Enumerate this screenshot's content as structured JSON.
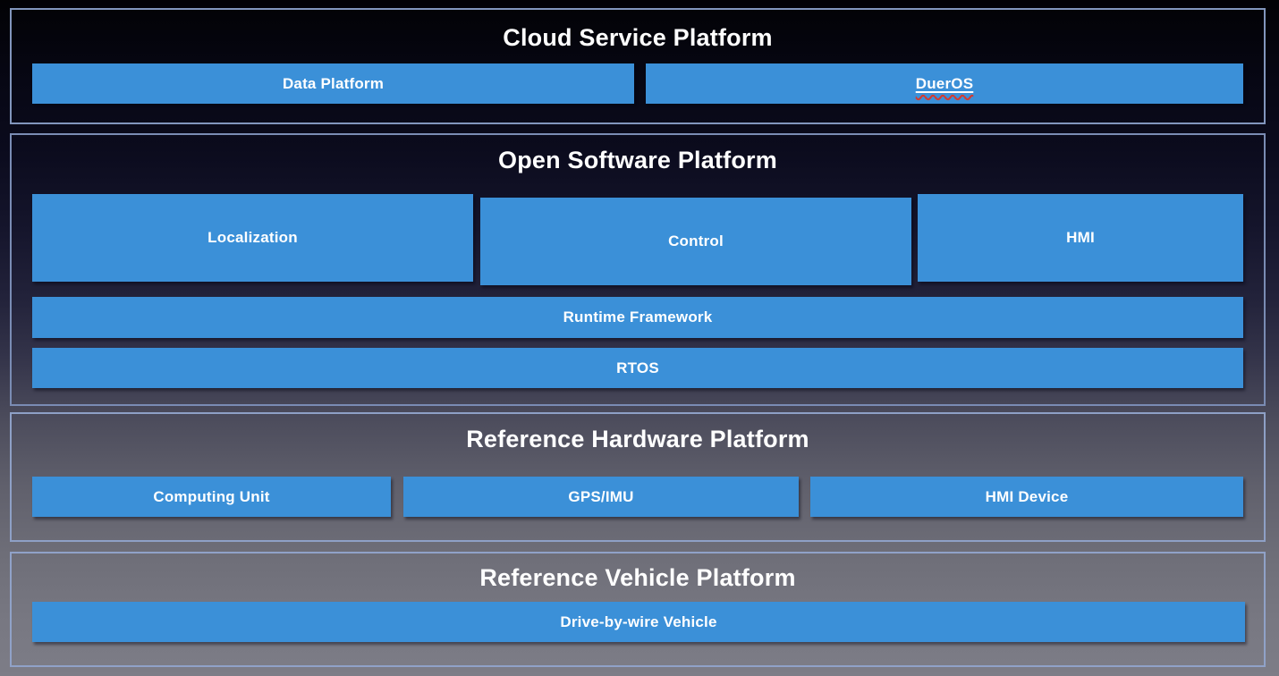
{
  "page": {
    "description": "Autonomous driving platform architecture stack diagram",
    "colors": {
      "box_blue": "#3b90d8",
      "panel_border": "#8296bd",
      "text": "#ffffff",
      "spellcheck_red": "#d43a2f",
      "background_top": "#020205",
      "background_bottom": "#7d7d87"
    }
  },
  "sections": {
    "cloud": {
      "title": "Cloud Service Platform",
      "boxes": {
        "data_platform": "Data Platform",
        "dueros": "DuerOS"
      }
    },
    "software": {
      "title": "Open Software Platform",
      "boxes": {
        "localization": "Localization",
        "control": "Control",
        "hmi": "HMI",
        "runtime": "Runtime Framework",
        "rtos": "RTOS"
      }
    },
    "hardware": {
      "title": "Reference Hardware Platform",
      "boxes": {
        "computing_unit": "Computing Unit",
        "gps_imu": "GPS/IMU",
        "hmi_device": "HMI Device"
      }
    },
    "vehicle": {
      "title": "Reference Vehicle Platform",
      "boxes": {
        "drive_by_wire": "Drive-by-wire Vehicle"
      }
    }
  }
}
